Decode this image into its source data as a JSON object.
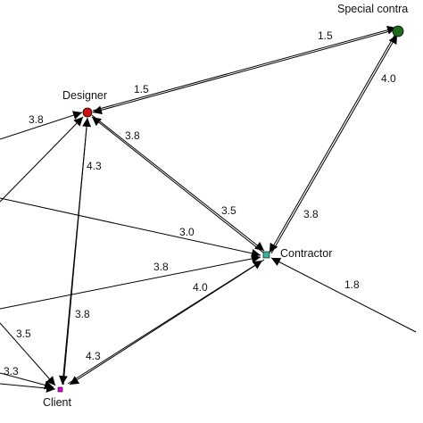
{
  "nodes": {
    "special_contractor": {
      "label": "Special contra",
      "color": "#1f6a1f"
    },
    "designer": {
      "label": "Designer",
      "color": "#cc1111"
    },
    "contractor": {
      "label": "Contractor",
      "color": "#33b3a0"
    },
    "client": {
      "label": "Client",
      "color": "#e000e0"
    }
  },
  "edges": [
    {
      "from": "designer",
      "to": "special_contractor",
      "weight": "1.5"
    },
    {
      "from": "special_contractor",
      "to": "designer",
      "weight": "1.5"
    },
    {
      "from": "special_contractor",
      "to": "contractor",
      "weight": "4.0"
    },
    {
      "from": "contractor",
      "to": "special_contractor",
      "weight": "3.8"
    },
    {
      "from": "offscreen-left",
      "to": "designer",
      "weight": "3.8"
    },
    {
      "from": "contractor",
      "to": "designer",
      "weight": "3.8"
    },
    {
      "from": "designer",
      "to": "contractor",
      "weight": "3.5"
    },
    {
      "from": "designer",
      "to": "client",
      "weight": "4.3"
    },
    {
      "from": "client",
      "to": "designer",
      "weight": "3.8"
    },
    {
      "from": "offscreen-left",
      "to": "contractor",
      "weight": "3.0"
    },
    {
      "from": "offscreen-left",
      "to": "contractor",
      "weight": "3.8"
    },
    {
      "from": "client",
      "to": "contractor",
      "weight": "4.0"
    },
    {
      "from": "contractor",
      "to": "client",
      "weight": "4.3"
    },
    {
      "from": "offscreen-right",
      "to": "contractor",
      "weight": "1.8"
    },
    {
      "from": "offscreen-left",
      "to": "client",
      "weight": "3.5"
    },
    {
      "from": "offscreen-left",
      "to": "client",
      "weight": "3.3"
    }
  ]
}
